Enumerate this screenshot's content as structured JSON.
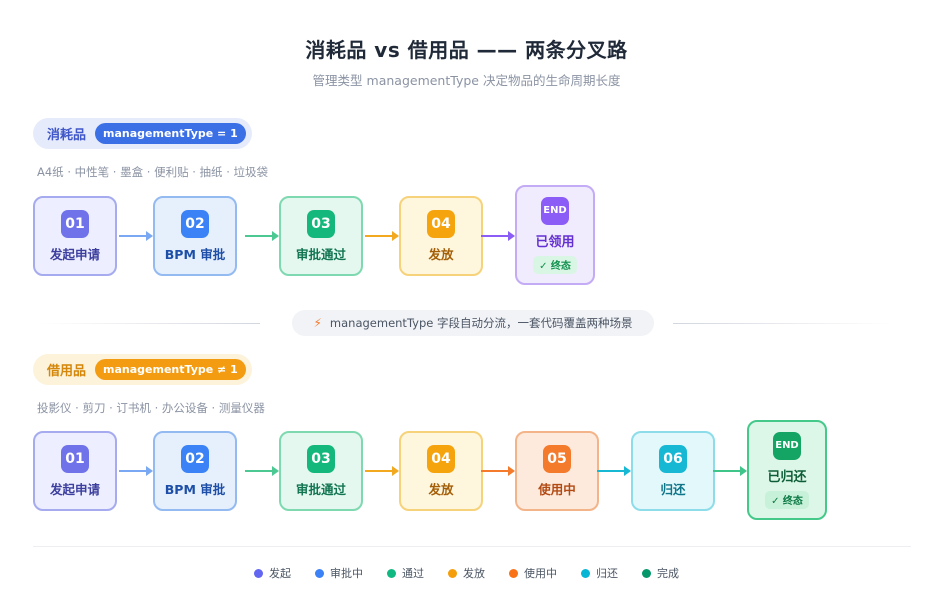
{
  "title": "消耗品 vs 借用品 —— 两条分叉路",
  "subtitle": "管理类型 managementType 决定物品的生命周期长度",
  "consumable": {
    "label": "消耗品",
    "type_pill": "managementType = 1",
    "examples": "A4纸 · 中性笔 · 墨盒 · 便利贴 · 抽纸 · 垃圾袋",
    "steps": [
      {
        "num": "01",
        "name": "发起申请"
      },
      {
        "num": "02",
        "name": "BPM 审批"
      },
      {
        "num": "03",
        "name": "审批通过"
      },
      {
        "num": "04",
        "name": "发放"
      }
    ],
    "end": {
      "num": "END",
      "name": "已领用",
      "final": "✓ 终态"
    }
  },
  "divider_note": "managementType 字段自动分流，一套代码覆盖两种场景",
  "borrowable": {
    "label": "借用品",
    "type_pill": "managementType ≠ 1",
    "examples": "投影仪 · 剪刀 · 订书机 · 办公设备 · 测量仪器",
    "steps": [
      {
        "num": "01",
        "name": "发起申请"
      },
      {
        "num": "02",
        "name": "BPM 审批"
      },
      {
        "num": "03",
        "name": "审批通过"
      },
      {
        "num": "04",
        "name": "发放"
      },
      {
        "num": "05",
        "name": "使用中"
      },
      {
        "num": "06",
        "name": "归还"
      }
    ],
    "end": {
      "num": "END",
      "name": "已归还",
      "final": "✓ 终态"
    }
  },
  "legend": [
    {
      "label": "发起",
      "color": "#6366f1"
    },
    {
      "label": "审批中",
      "color": "#3b82f6"
    },
    {
      "label": "通过",
      "color": "#10b981"
    },
    {
      "label": "发放",
      "color": "#f59e0b"
    },
    {
      "label": "使用中",
      "color": "#f97316"
    },
    {
      "label": "归还",
      "color": "#06b6d4"
    },
    {
      "label": "完成",
      "color": "#059669"
    }
  ]
}
